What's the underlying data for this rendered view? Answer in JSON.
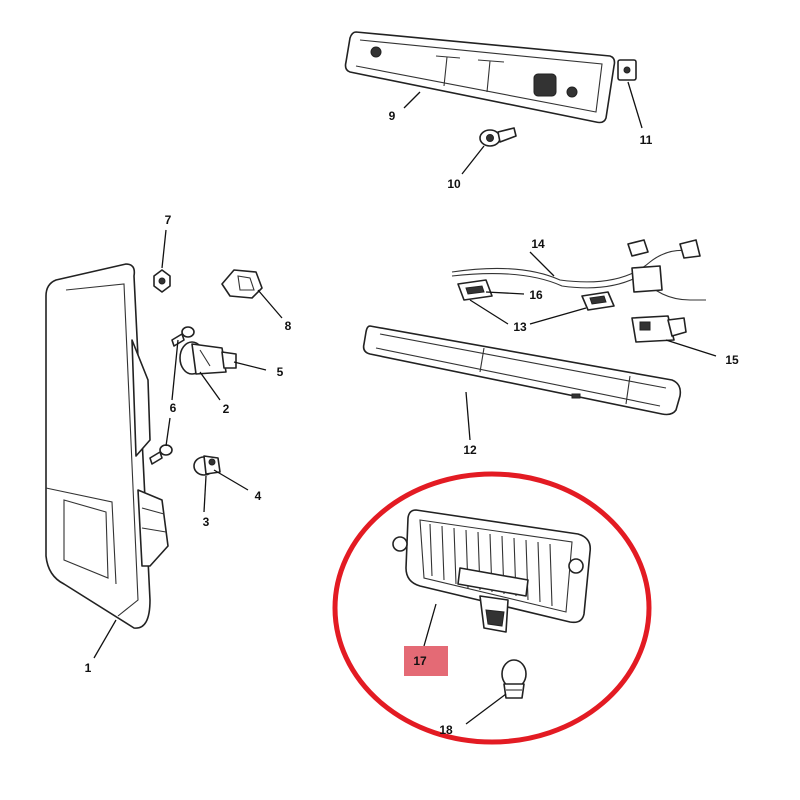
{
  "diagram": {
    "callouts": [
      {
        "id": "1",
        "label": "1"
      },
      {
        "id": "2",
        "label": "2"
      },
      {
        "id": "3",
        "label": "3"
      },
      {
        "id": "4",
        "label": "4"
      },
      {
        "id": "5",
        "label": "5"
      },
      {
        "id": "6",
        "label": "6"
      },
      {
        "id": "7",
        "label": "7"
      },
      {
        "id": "8",
        "label": "8"
      },
      {
        "id": "9",
        "label": "9"
      },
      {
        "id": "10",
        "label": "10"
      },
      {
        "id": "11",
        "label": "11"
      },
      {
        "id": "12",
        "label": "12"
      },
      {
        "id": "13",
        "label": "13"
      },
      {
        "id": "14",
        "label": "14"
      },
      {
        "id": "15",
        "label": "15"
      },
      {
        "id": "16",
        "label": "16"
      },
      {
        "id": "17",
        "label": "17"
      },
      {
        "id": "18",
        "label": "18"
      }
    ],
    "highlighted_part": "17",
    "highlight_color": "#e31b23",
    "highlight_label_bg": "#e46a75",
    "line_color": "#222222"
  }
}
